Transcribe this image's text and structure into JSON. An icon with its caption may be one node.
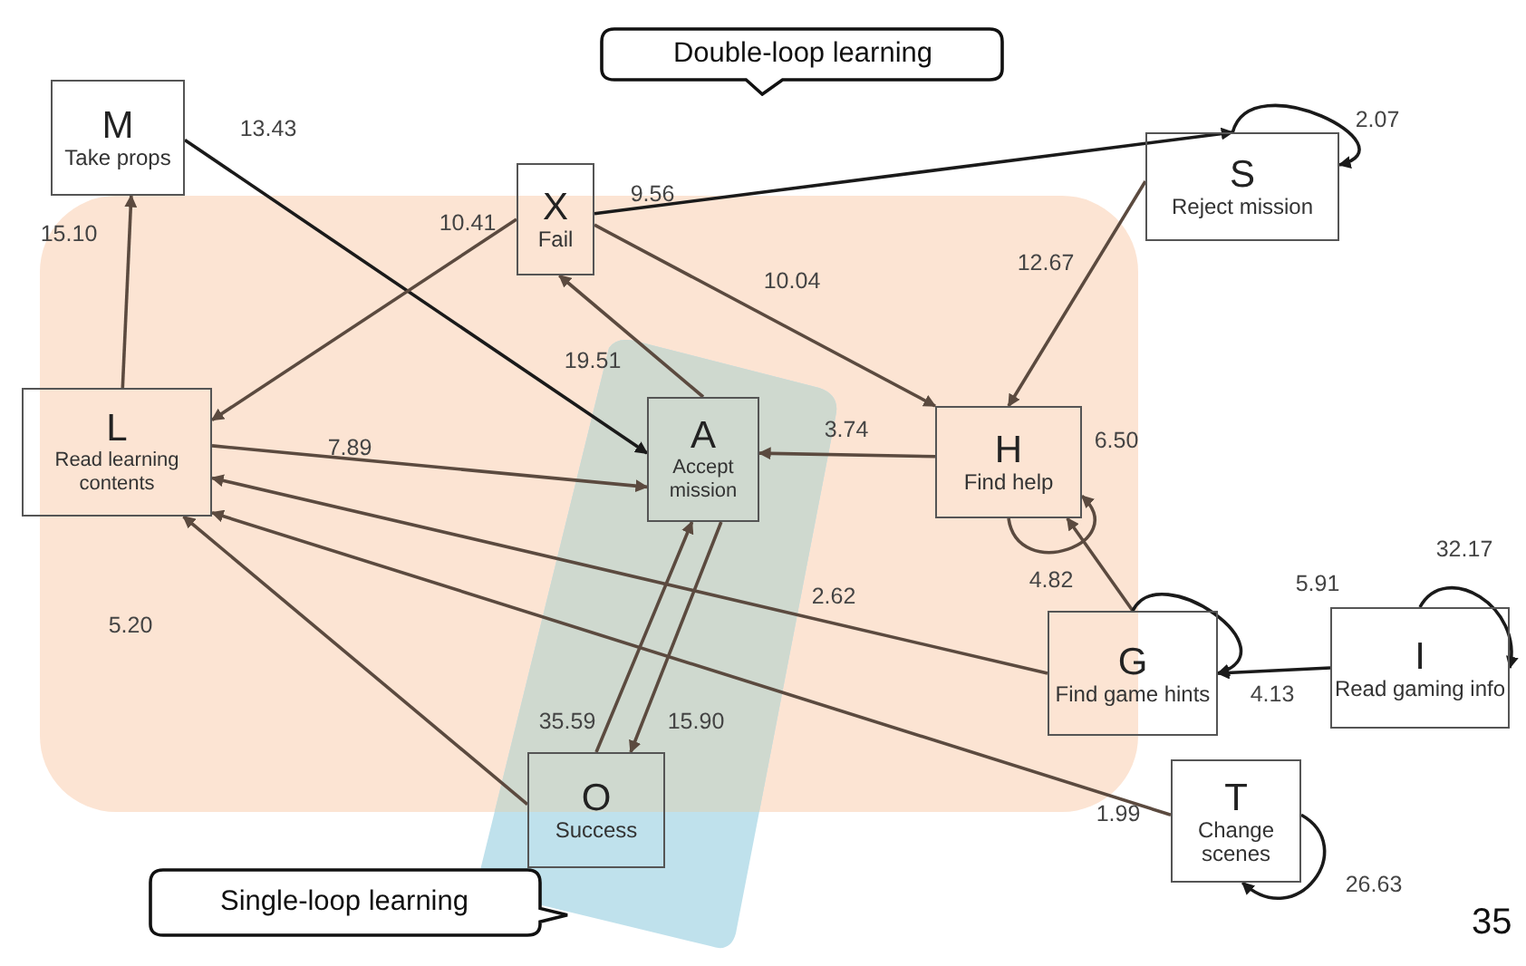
{
  "diagram": {
    "nodes": [
      {
        "text": [
          "Double-loop learning"
        ]
      },
      {
        "text": [
          "M",
          "Take props"
        ]
      },
      {
        "text": [
          "X",
          "Fail"
        ]
      },
      {
        "text": [
          "S",
          "Reject mission"
        ]
      },
      {
        "text": [
          "L",
          "Read learning contents"
        ]
      },
      {
        "text": [
          "A",
          "Accept mission"
        ]
      },
      {
        "text": [
          "H",
          "Find help"
        ]
      },
      {
        "text": [
          "G",
          "Find game hints"
        ]
      },
      {
        "text": [
          "I",
          "Read gaming info"
        ]
      },
      {
        "text": [
          "O",
          "Success"
        ]
      },
      {
        "text": [
          "T",
          "Change scenes"
        ]
      },
      {
        "text": [
          "Single-loop learning"
        ]
      }
    ],
    "edges": [
      {
        "from": 4,
        "to": 1,
        "arrow": "to",
        "label": "15.10"
      },
      {
        "from": 1,
        "to": 5,
        "arrow": "to",
        "label": "13.43",
        "color": "#1a1a1a"
      },
      {
        "from": 2,
        "to": 4,
        "arrow": "to",
        "label": "10.41"
      },
      {
        "from": 2,
        "to": 3,
        "arrow": "to",
        "label": "9.56",
        "color": "#1a1a1a"
      },
      {
        "from": 2,
        "to": 6,
        "arrow": "to",
        "label": "10.04"
      },
      {
        "from": 3,
        "to": 3,
        "arrow": "to",
        "label": "2.07",
        "color": "#1a1a1a"
      },
      {
        "from": 3,
        "to": 6,
        "arrow": "to",
        "label": "12.67"
      },
      {
        "from": 5,
        "to": 2,
        "arrow": "to",
        "label": "19.51"
      },
      {
        "from": 4,
        "to": 5,
        "arrow": "to",
        "label": "7.89"
      },
      {
        "from": 6,
        "to": 5,
        "arrow": "to",
        "label": "3.74"
      },
      {
        "from": 6,
        "to": 6,
        "arrow": "to",
        "label": "6.50"
      },
      {
        "from": 7,
        "to": 6,
        "arrow": "to",
        "label": "4.82"
      },
      {
        "from": 7,
        "to": 7,
        "arrow": "to",
        "label": "5.91",
        "color": "#1a1a1a"
      },
      {
        "from": 8,
        "to": 7,
        "arrow": "to",
        "label": "4.13",
        "color": "#1a1a1a"
      },
      {
        "from": 8,
        "to": 8,
        "arrow": "to",
        "label": "32.17",
        "color": "#1a1a1a"
      },
      {
        "from": 7,
        "to": 4,
        "arrow": "to",
        "label": "2.62"
      },
      {
        "from": 10,
        "to": 4,
        "arrow": "to",
        "label": "1.99"
      },
      {
        "from": 9,
        "to": 4,
        "arrow": "to",
        "label": "5.20"
      },
      {
        "from": 9,
        "to": 5,
        "arrow": "to",
        "label": "35.59"
      },
      {
        "from": 5,
        "to": 9,
        "arrow": "to",
        "label": "15.90"
      },
      {
        "from": 10,
        "to": 10,
        "arrow": "to",
        "label": "26.63",
        "color": "#1a1a1a"
      }
    ],
    "labels": [
      "35"
    ]
  }
}
